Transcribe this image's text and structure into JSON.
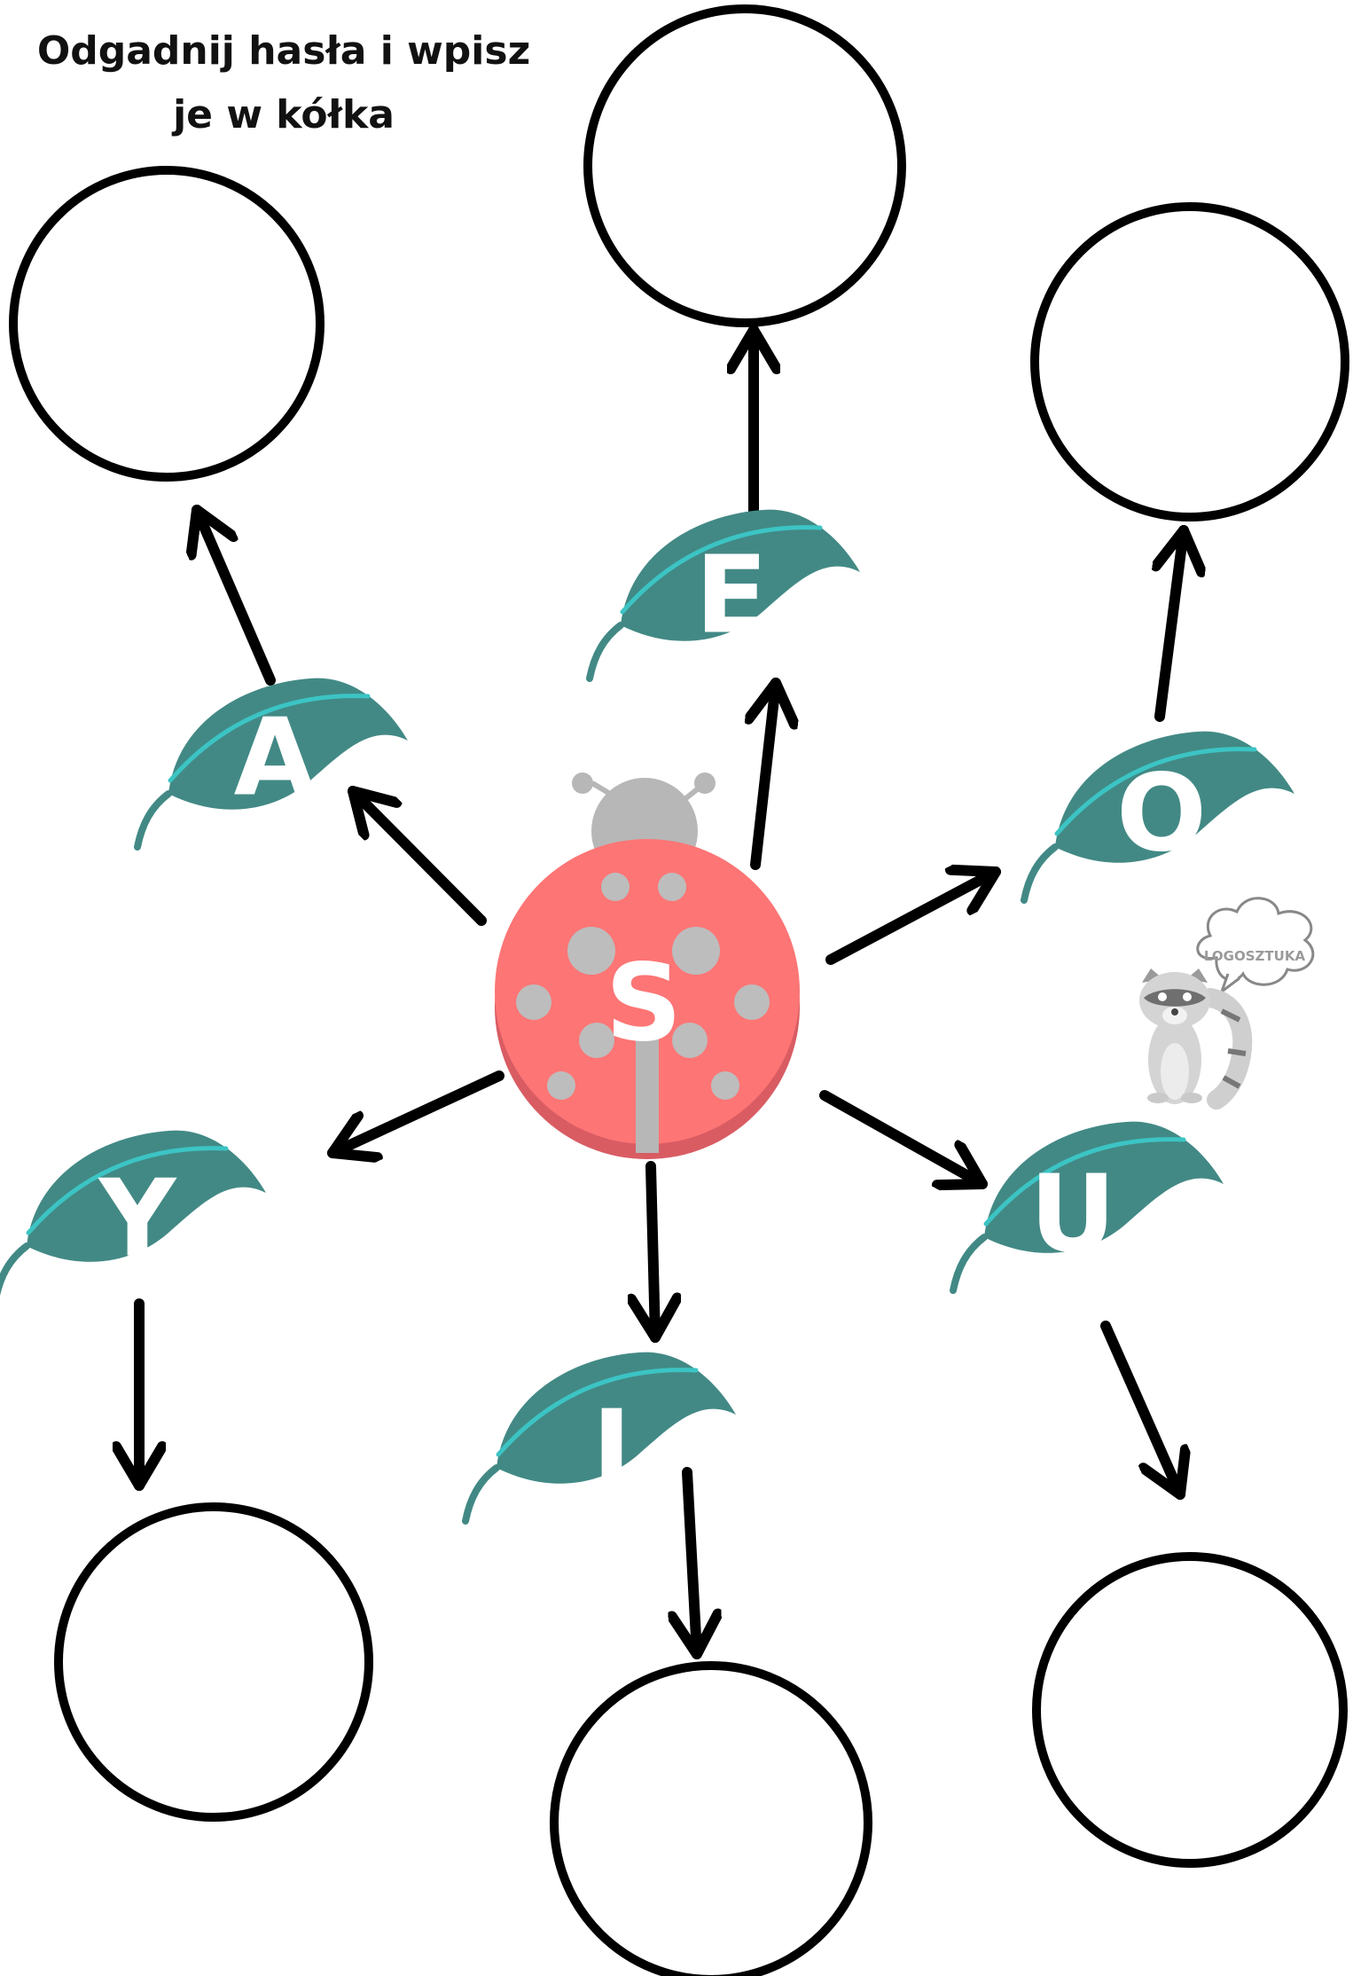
{
  "title": {
    "line1": "Odgadnij hasła i wpisz",
    "line2": "je w kółka"
  },
  "center_letter": "S",
  "leaf_letters": {
    "a": "A",
    "e": "E",
    "o": "O",
    "y": "Y",
    "i": "I",
    "u": "U"
  },
  "brand": "LOGOSZTUKA",
  "colors": {
    "leaf": "#428985",
    "leaf_vein": "#3cc4c4",
    "ladybug_body": "#fd7575",
    "ladybug_shadow": "#d95c63",
    "ladybug_spots": "#bdbdbd",
    "ladybug_head": "#b7b7b7",
    "stroke": "#000000"
  },
  "icons": [
    "ladybug-icon",
    "leaf-icon",
    "arrow-icon",
    "raccoon-icon",
    "speech-cloud-icon"
  ]
}
